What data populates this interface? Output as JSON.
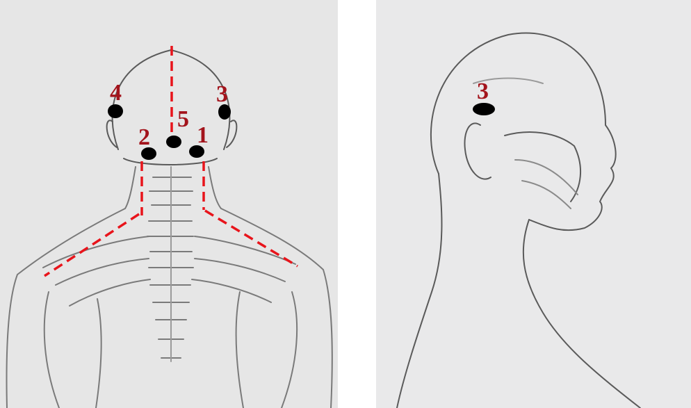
{
  "colors": {
    "paper": "#e6e6e6",
    "paper_right": "#e9e9ea",
    "pencil": "#5a5a5a",
    "pencil_light": "#9a9a9a",
    "guide": "#e8141b",
    "label": "#a3141c",
    "point": "#000000"
  },
  "back_view": {
    "points": [
      {
        "label": "1"
      },
      {
        "label": "2"
      },
      {
        "label": "3"
      },
      {
        "label": "4"
      },
      {
        "label": "5"
      }
    ]
  },
  "side_view": {
    "points": [
      {
        "label": "3"
      }
    ]
  }
}
